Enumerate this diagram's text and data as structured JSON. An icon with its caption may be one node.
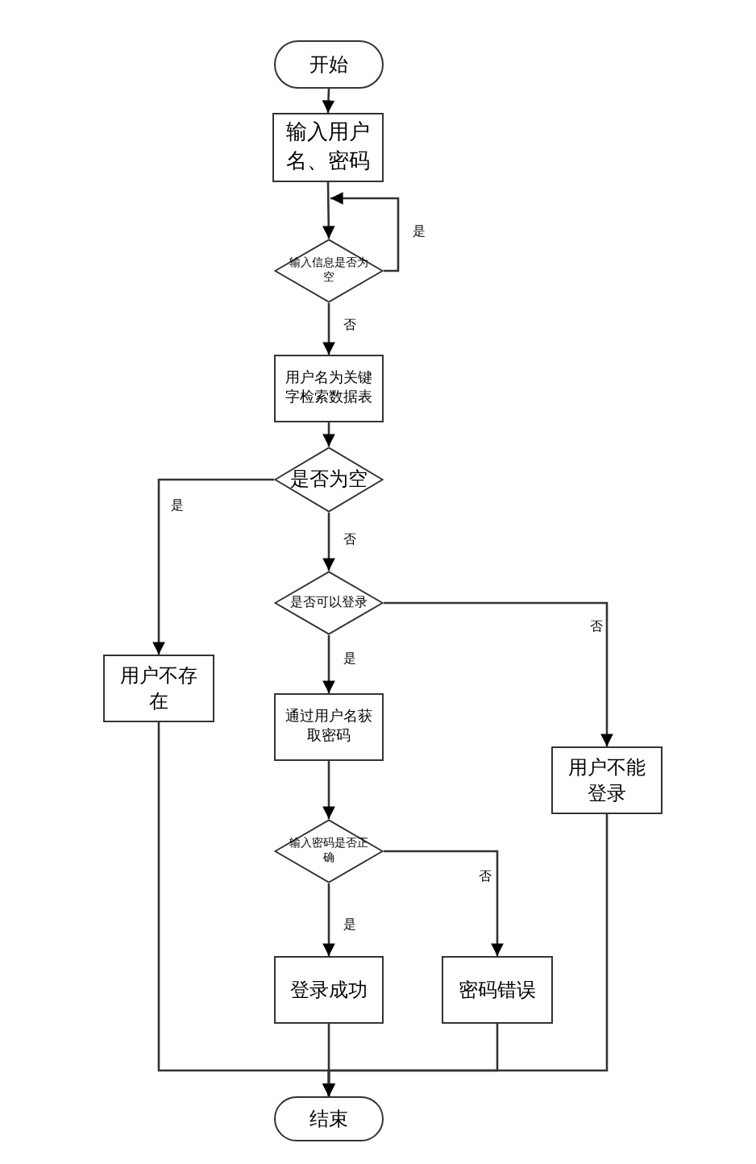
{
  "diagram": {
    "nodes": [
      {
        "text": [
          "开始"
        ]
      },
      {
        "text": [
          "输入用户名、密码"
        ]
      },
      {
        "text": [
          "输入信息是否为空"
        ]
      },
      {
        "text": [
          "用户名为关键字检索数据表"
        ]
      },
      {
        "text": [
          "是否为空"
        ]
      },
      {
        "text": [
          "是否可以登录"
        ]
      },
      {
        "text": [
          "用户不存在"
        ]
      },
      {
        "text": [
          "通过用户名获取密码"
        ]
      },
      {
        "text": [
          "用户不能登录"
        ]
      },
      {
        "text": [
          "输入密码是否正确"
        ]
      },
      {
        "text": [
          "登录成功"
        ]
      },
      {
        "text": [
          "密码错误"
        ]
      },
      {
        "text": [
          "结束"
        ]
      }
    ],
    "edges": [
      {
        "from": 0,
        "to": 1,
        "arrow": "to"
      },
      {
        "from": 1,
        "to": 2,
        "arrow": "to"
      },
      {
        "from": 2,
        "to": 2,
        "arrow": "to",
        "label": "是"
      },
      {
        "from": 2,
        "to": 3,
        "arrow": "to",
        "label": "否"
      },
      {
        "from": 3,
        "to": 4,
        "arrow": "to"
      },
      {
        "from": 4,
        "to": 6,
        "arrow": "to",
        "label": "是"
      },
      {
        "from": 4,
        "to": 5,
        "arrow": "to",
        "label": "否"
      },
      {
        "from": 5,
        "to": 7,
        "arrow": "to",
        "label": "是"
      },
      {
        "from": 5,
        "to": 8,
        "arrow": "to",
        "label": "否"
      },
      {
        "from": 7,
        "to": 9,
        "arrow": "to"
      },
      {
        "from": 9,
        "to": 10,
        "arrow": "to",
        "label": "是"
      },
      {
        "from": 9,
        "to": 11,
        "arrow": "to",
        "label": "否"
      },
      {
        "from": 6,
        "to": 12,
        "arrow": "to"
      },
      {
        "from": 10,
        "to": 12,
        "arrow": "to"
      },
      {
        "from": 11,
        "to": 12,
        "arrow": "to"
      },
      {
        "from": 8,
        "to": 12,
        "arrow": "to"
      }
    ]
  }
}
